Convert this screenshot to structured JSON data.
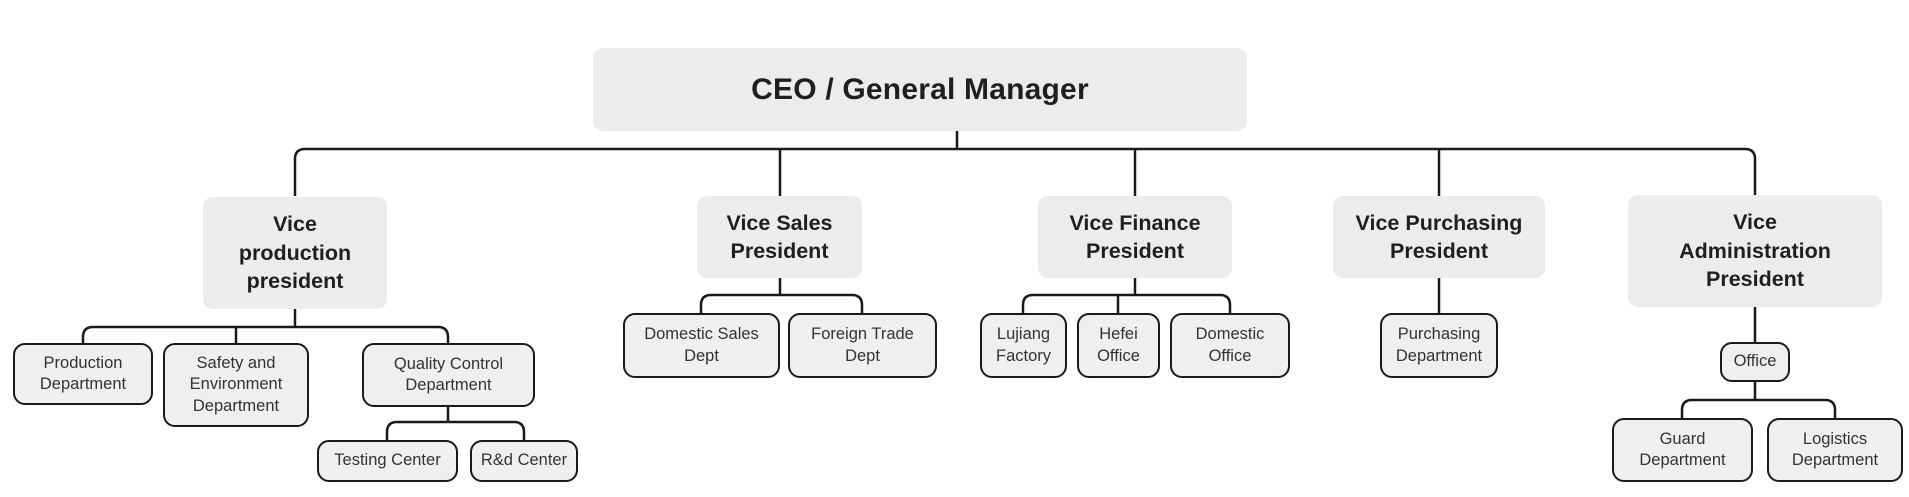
{
  "diagram": {
    "type": "org-chart",
    "nodes": {
      "ceo": {
        "label": "CEO / General Manager"
      },
      "vp_production": {
        "label": "Vice\nproduction\npresident"
      },
      "vp_sales": {
        "label": "Vice Sales\nPresident"
      },
      "vp_finance": {
        "label": "Vice Finance\nPresident"
      },
      "vp_purchasing": {
        "label": "Vice Purchasing\nPresident"
      },
      "vp_admin": {
        "label": "Vice\nAdministration\nPresident"
      },
      "production_dept": {
        "label": "Production\nDepartment"
      },
      "safety_env_dept": {
        "label": "Safety and\nEnvironment\nDepartment"
      },
      "quality_dept": {
        "label": "Quality Control\nDepartment"
      },
      "testing_center": {
        "label": "Testing Center"
      },
      "rnd_center": {
        "label": "R&d Center"
      },
      "domestic_sales": {
        "label": "Domestic Sales\nDept"
      },
      "foreign_trade": {
        "label": "Foreign Trade\nDept"
      },
      "lujiang_factory": {
        "label": "Lujiang\nFactory"
      },
      "hefei_office": {
        "label": "Hefei\nOffice"
      },
      "domestic_office": {
        "label": "Domestic\nOffice"
      },
      "purchasing_dept": {
        "label": "Purchasing\nDepartment"
      },
      "office": {
        "label": "Office"
      },
      "guard_dept": {
        "label": "Guard\nDepartment"
      },
      "logistics_dept": {
        "label": "Logistics\nDepartment"
      }
    },
    "edges": [
      [
        "ceo",
        "vp_production"
      ],
      [
        "ceo",
        "vp_sales"
      ],
      [
        "ceo",
        "vp_finance"
      ],
      [
        "ceo",
        "vp_purchasing"
      ],
      [
        "ceo",
        "vp_admin"
      ],
      [
        "vp_production",
        "production_dept"
      ],
      [
        "vp_production",
        "safety_env_dept"
      ],
      [
        "vp_production",
        "quality_dept"
      ],
      [
        "quality_dept",
        "testing_center"
      ],
      [
        "quality_dept",
        "rnd_center"
      ],
      [
        "vp_sales",
        "domestic_sales"
      ],
      [
        "vp_sales",
        "foreign_trade"
      ],
      [
        "vp_finance",
        "lujiang_factory"
      ],
      [
        "vp_finance",
        "hefei_office"
      ],
      [
        "vp_finance",
        "domestic_office"
      ],
      [
        "vp_purchasing",
        "purchasing_dept"
      ],
      [
        "vp_admin",
        "office"
      ],
      [
        "office",
        "guard_dept"
      ],
      [
        "office",
        "logistics_dept"
      ]
    ],
    "colors": {
      "header_fill": "#ececec",
      "child_fill": "#efefef",
      "border": "#1a1a1a",
      "connector": "#1a1a1a",
      "header_text": "#1f1f1f",
      "child_text": "#333333",
      "background": "#ffffff"
    }
  }
}
